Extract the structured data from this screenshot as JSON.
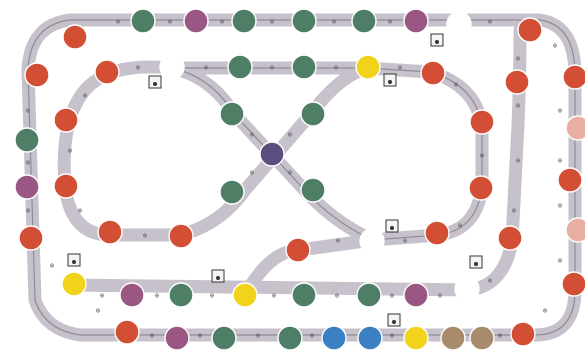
{
  "game": {
    "title": "",
    "palette": {
      "red": "#d24e34",
      "green": "#4e7e66",
      "plum": "#9a5784",
      "yellow": "#f2d31b",
      "white": "#ffffff",
      "navy": "#5c4d7f",
      "blue": "#3b80c2",
      "tan": "#a88b6b",
      "pink": "#e7aea1",
      "rail": "#c6c1cb"
    },
    "stations": [
      {
        "id": "s01",
        "color": "red"
      },
      {
        "id": "s02",
        "color": "green"
      },
      {
        "id": "s03",
        "color": "plum"
      },
      {
        "id": "s04",
        "color": "green"
      },
      {
        "id": "s05",
        "color": "green"
      },
      {
        "id": "s06",
        "color": "green"
      },
      {
        "id": "s07",
        "color": "plum"
      },
      {
        "id": "s08",
        "color": "white"
      },
      {
        "id": "s09",
        "color": "red"
      },
      {
        "id": "s10",
        "color": "red"
      },
      {
        "id": "s11",
        "color": "green"
      },
      {
        "id": "s12",
        "color": "plum"
      },
      {
        "id": "s13",
        "color": "red"
      },
      {
        "id": "s14",
        "color": "red"
      },
      {
        "id": "s15",
        "color": "white"
      },
      {
        "id": "s16",
        "color": "green"
      },
      {
        "id": "s17",
        "color": "green"
      },
      {
        "id": "s18",
        "color": "yellow"
      },
      {
        "id": "s19",
        "color": "red"
      },
      {
        "id": "s20",
        "color": "red"
      },
      {
        "id": "s21",
        "color": "red"
      },
      {
        "id": "s22",
        "color": "red"
      },
      {
        "id": "s23",
        "color": "red"
      },
      {
        "id": "s24",
        "color": "red"
      },
      {
        "id": "s25",
        "color": "green"
      },
      {
        "id": "s26",
        "color": "green"
      },
      {
        "id": "s27",
        "color": "navy"
      },
      {
        "id": "s28",
        "color": "green"
      },
      {
        "id": "s29",
        "color": "green"
      },
      {
        "id": "s30",
        "color": "red"
      },
      {
        "id": "s31",
        "color": "red"
      },
      {
        "id": "s32",
        "color": "red"
      },
      {
        "id": "s33",
        "color": "red"
      },
      {
        "id": "s34",
        "color": "red"
      },
      {
        "id": "s35",
        "color": "white"
      },
      {
        "id": "s36",
        "color": "red"
      },
      {
        "id": "s37",
        "color": "yellow"
      },
      {
        "id": "s38",
        "color": "plum"
      },
      {
        "id": "s39",
        "color": "green"
      },
      {
        "id": "s40",
        "color": "yellow"
      },
      {
        "id": "s41",
        "color": "green"
      },
      {
        "id": "s42",
        "color": "green"
      },
      {
        "id": "s43",
        "color": "plum"
      },
      {
        "id": "s44",
        "color": "white"
      },
      {
        "id": "s45",
        "color": "red"
      },
      {
        "id": "s46",
        "color": "plum"
      },
      {
        "id": "s47",
        "color": "green"
      },
      {
        "id": "s48",
        "color": "green"
      },
      {
        "id": "s49",
        "color": "blue"
      },
      {
        "id": "s50",
        "color": "blue"
      },
      {
        "id": "s51",
        "color": "yellow"
      },
      {
        "id": "s52",
        "color": "tan"
      },
      {
        "id": "s53",
        "color": "tan"
      },
      {
        "id": "s54",
        "color": "red"
      },
      {
        "id": "s55",
        "color": "pink"
      },
      {
        "id": "s56",
        "color": "red"
      },
      {
        "id": "s57",
        "color": "pink"
      },
      {
        "id": "s58",
        "color": "red"
      }
    ],
    "switches": [
      {
        "id": "sw1",
        "dir": "down"
      },
      {
        "id": "sw2",
        "dir": "down"
      },
      {
        "id": "sw3",
        "dir": "down"
      },
      {
        "id": "sw4",
        "dir": "down"
      },
      {
        "id": "sw5",
        "dir": "down"
      },
      {
        "id": "sw6",
        "dir": "down"
      },
      {
        "id": "sw7",
        "dir": "down"
      },
      {
        "id": "sw8",
        "dir": "down"
      }
    ],
    "tie_glyph": "ɵ"
  }
}
